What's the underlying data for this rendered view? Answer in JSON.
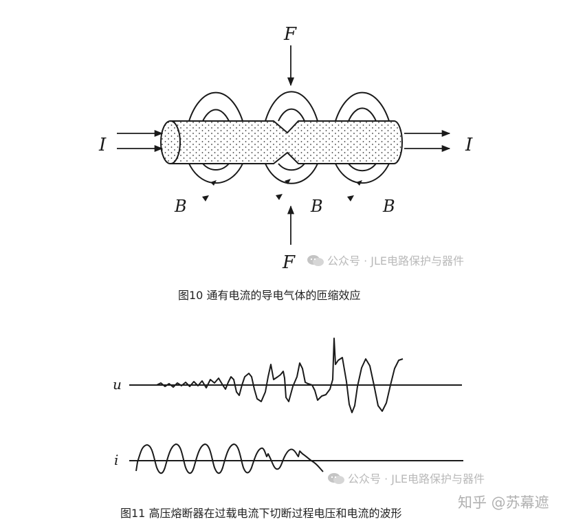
{
  "figure10": {
    "labels": {
      "force_top": "F",
      "force_bottom": "F",
      "current_in": "I",
      "current_out": "I",
      "field_left": "B",
      "field_middle": "B",
      "field_right": "B"
    },
    "caption": "图10 通有电流的导电气体的匝缩效应"
  },
  "figure11": {
    "labels": {
      "voltage": "u",
      "current": "i"
    },
    "caption": "图11 高压熔断器在过载电流下切断过程电压和电流的波形"
  },
  "watermarks": {
    "text": "公众号 · JLE电路保护与器件",
    "icon": "wechat-icon"
  },
  "credit": "知乎 @苏幕遮"
}
